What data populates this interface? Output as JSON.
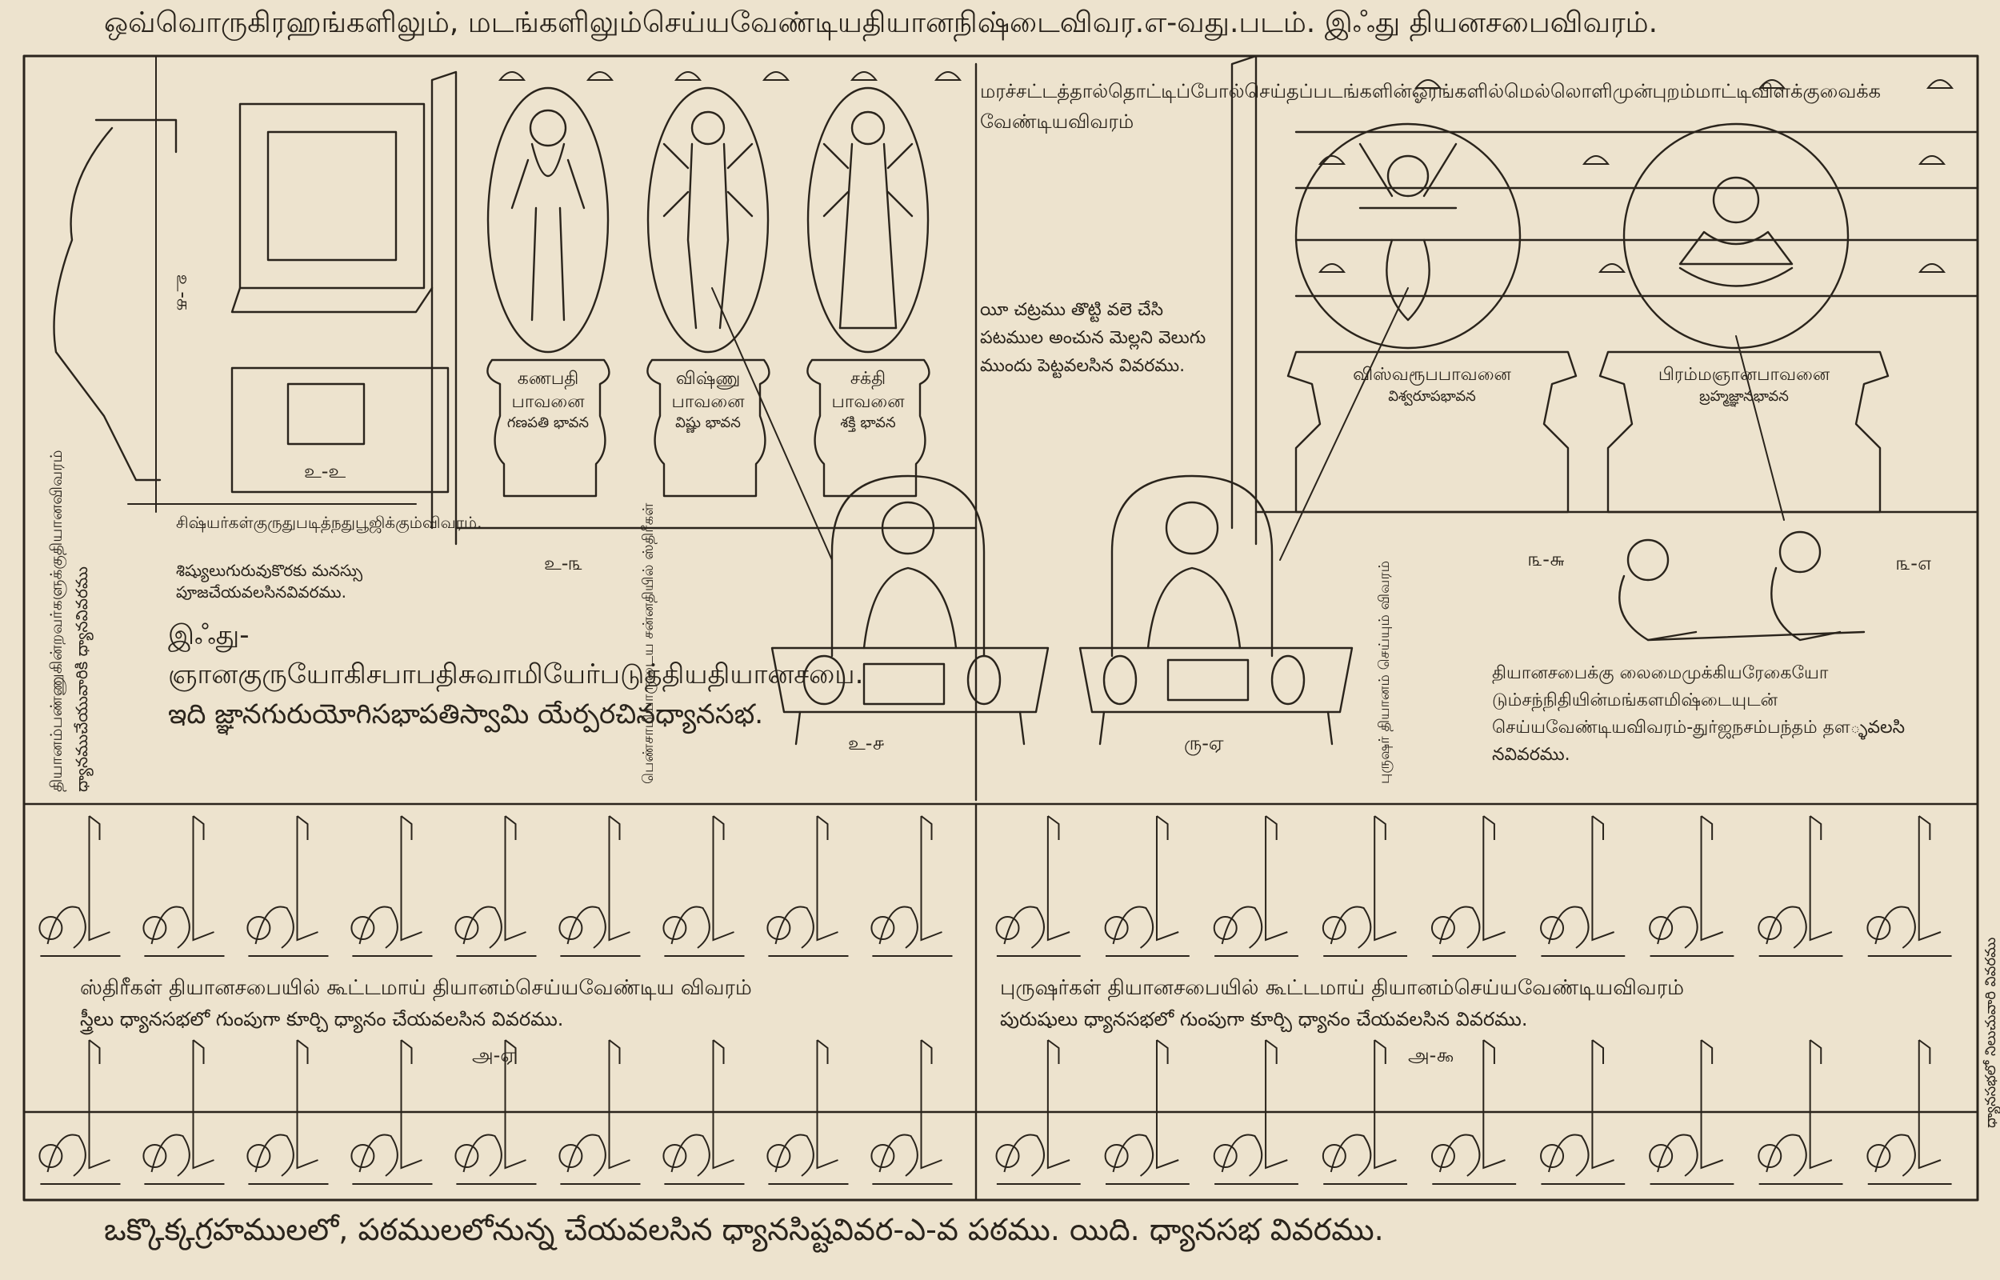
{
  "captions": {
    "top_title": "ஒவ்வொருகிரஹங்களிலும், மடங்களிலும்செய்யவேண்டியதியானநிஷ்டைவிவர.எ-வது.படம். இஃது தியனசபைவிவரம்.",
    "bottom_title": "ఒక్కొక్కగ్రహములలో, పఠములలోనున్న చేయవలసిన ధ్యానసిష్టవివర-ఎ-వ పఠము. యిది. ధ్యానసభ వివరము.",
    "disciples_ta": "சிஷ்யர்கள்குருதுபடித்நதுபூஜிக்கும்விவரம்.",
    "disciples_te": "శిష్యులుగురువుకొరకు మనస్సు పూజచేయవలసినవివరము.",
    "guru_main_ta": "இஃது-ஞானகுருயோகிசபாபதிசுவாமியேர்படுத்தியதியானசபை. ఇది జ్ఞానగురుయోగిసభాపతిస్వామి యేర్పరచినధ్యానసభ.",
    "mirror_ta": "மரச்சட்டத்தால்தொட்டிப்போல்செய்தப்படங்களின்ஓரங்களில்மெல்லொளிமுன்புறம்மாட்டிவிளக்குவைக்க வேண்டியவிவரம்",
    "mirror_te": "యీ చట్రము తొట్టి వలె చేసి పటముల అంచున మెల్లని వెలుగు ముందు పెట్టవలసిన వివరము.",
    "sabha_right": "தியானசபைக்கு லைமைமுக்கியரேகையோ டும்சந்நிதியின்மங்களமிஷ்டையுடன் செய்யவேண்டியவிவரம்-துர்ஜநசம்பந்தம் தள్ళవలసి నవివరము.",
    "women_ta": "ஸ்திரீகள் தியானசபையில் கூட்டமாய் தியானம்செய்யவேண்டிய விவரம்",
    "women_te": "స్త్రీలు ధ్యానసభలో గుంపుగా కూర్చి ధ్యానం చేయవలసిన వివరము.",
    "men_ta": "புருஷர்கள் தியானசபையில் கூட்டமாய் தியானம்செய்யவேண்டியவிவரம்",
    "men_te": "పురుషులు ధ్యానసభలో గుంపుగా కూర్చి ధ్యానం చేయవలసిన వివరము.",
    "left_vertical_ta": "தியானம்பண்ணுகின்றவர்களுக்குதியானவிவரம்",
    "left_vertical_te": "ధ్యానముచేయువారికి ధ్యానవివరము",
    "center_vertical_1": "பெண்சாமியாருடைய சன்னதியில் ஸ்திரீகள்",
    "center_vertical_2": "புருஷர் தியானம் செய்யும் விவரம்",
    "right_vertical": "ధ్యానసభలో నిలుచువారి వివరము"
  },
  "labels": {
    "ganapati": "கணபதி பாவனை",
    "ganapati_te": "గణపతి భావన",
    "vishnu": "விஷ்ணு பாவனை",
    "vishnu_te": "విష్ణు భావన",
    "sakti": "சக்தி பாவனை",
    "sakti_te": "శక్తి భావన",
    "visvarupa": "விஸ்வரூபபாவனை",
    "visvarupa_te": "విశ్వరూపభావన",
    "brahma": "பிரம்மஞானபாவனை",
    "brahma_te": "బ్రహ్మజ్ఞానభావన"
  },
  "figure_numbers": {
    "n1": "உ-க",
    "n2": "உ-உ",
    "n3": "உ-௩",
    "n4": "உ-௪",
    "n5": "ரு-ஏ",
    "n6": "௩-௬",
    "n7": "௩-௭",
    "n8": "அ-ஏ",
    "n9": "அ-௯"
  }
}
